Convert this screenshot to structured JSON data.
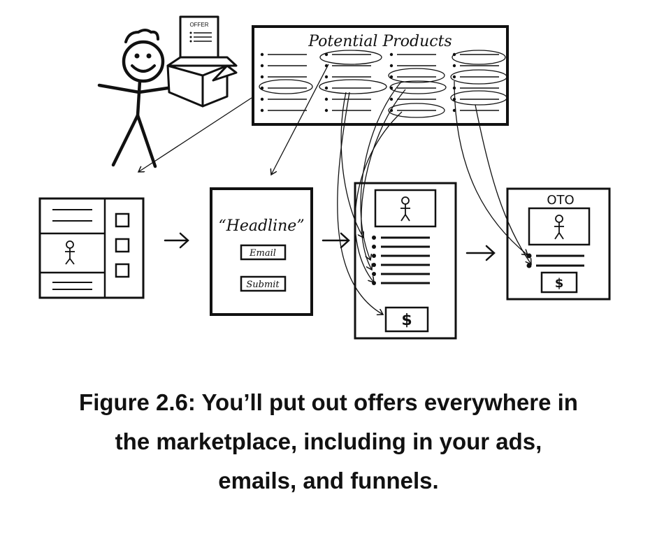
{
  "diagram": {
    "offer_label": "OFFER",
    "products_title": "Potential Products",
    "headline": "“Headline”",
    "email_label": "Email",
    "submit_label": "Submit",
    "sales_price_symbol": "$",
    "oto_label": "OTO",
    "oto_price_symbol": "$",
    "icons": [
      "stick-figure",
      "offer-box",
      "ad-page",
      "optin-page",
      "sales-page",
      "oto-page",
      "arrow-right"
    ]
  },
  "caption": {
    "lines": [
      "Figure 2.6: You’ll put out offers everywhere in",
      "the marketplace, including in your ads,",
      "emails, and funnels."
    ]
  }
}
